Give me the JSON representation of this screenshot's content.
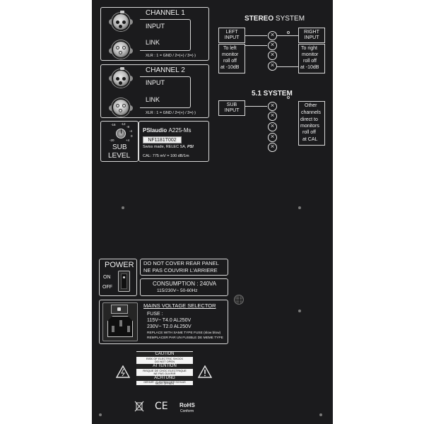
{
  "channel1": {
    "title": "CHANNEL 1",
    "input": "INPUT",
    "link": "LINK",
    "xlr_note": "XLR : 1 = GND / 2=(+) / 3=(-)"
  },
  "channel2": {
    "title": "CHANNEL 2",
    "input": "INPUT",
    "link": "LINK",
    "xlr_note": "XLR : 1 = GND / 2=(+) / 3=(-)"
  },
  "sublevel": {
    "title_line1": "SUB",
    "title_line2": "LEVEL",
    "scale": [
      "-16",
      "-12",
      "-8",
      "-4",
      "0",
      "+4",
      "-20"
    ]
  },
  "model": {
    "brand": "PSIaudio",
    "name": "A225-Ms",
    "serial": "NF1181T002",
    "made": "Swiss made, RELEC SA,",
    "brand_logo": "PSI",
    "cal": "CAL: 775 mV = 100 dB/1m"
  },
  "stereo": {
    "title_bold": "STEREO",
    "title_rest": "SYSTEM",
    "left_input": "LEFT INPUT",
    "right_input": "RIGHT INPUT",
    "left_note": [
      "To left",
      "monitor",
      "roll off",
      "at -10dB"
    ],
    "right_note": [
      "To right",
      "monitor",
      "roll off",
      "at -10dB"
    ]
  },
  "surround": {
    "title": "5.1  SYSTEM",
    "sub_input": "SUB INPUT",
    "note": [
      "Other",
      "channels",
      "direct to",
      "monitors",
      "roll off",
      "at CAL"
    ]
  },
  "power": {
    "title": "POWER",
    "on": "ON",
    "off": "OFF",
    "warning1": "DO NOT COVER REAR PANEL",
    "warning2": "NE PAS COUVRIR L'ARRIERE",
    "consumption": "CONSUMPTION : 240VA",
    "voltage": "115/230V~ 50-60Hz"
  },
  "mains": {
    "title": "MAINS VOLTAGE SELECTOR",
    "fuse": "FUSE :",
    "fuse_115": "115V~  T4.0    AL250V",
    "fuse_230": "230V~  T2.0    AL250V",
    "replace1": "REPLACE WITH SAME TYPE FUSE  (slow blow)",
    "replace2": "REMPLACER PAR UN FUSIBLE DE MEME TYPE"
  },
  "warning_label": {
    "caution": "CAUTION",
    "caution_text": [
      "RISK OF ELECTRIC SHOCK",
      "DO NOT OPEN"
    ],
    "attention": "ATTENTION",
    "attention_text": [
      "RISQUE DE CHOC ELECTRIQUE",
      "NE PAS OUVRIR"
    ],
    "achtung": "ACHTUNG",
    "achtung_text": [
      "GEFAHR : ELEKTRISCHER SCHLAG",
      "NICHT ÖFFNEN"
    ]
  },
  "marks": {
    "ce": "CE",
    "rohs": "RoHS",
    "rohs_sub": "Conform"
  },
  "colors": {
    "panel": "#1b1b1d",
    "print": "#f2f2f2",
    "label_bg": "#f4f4f4"
  }
}
